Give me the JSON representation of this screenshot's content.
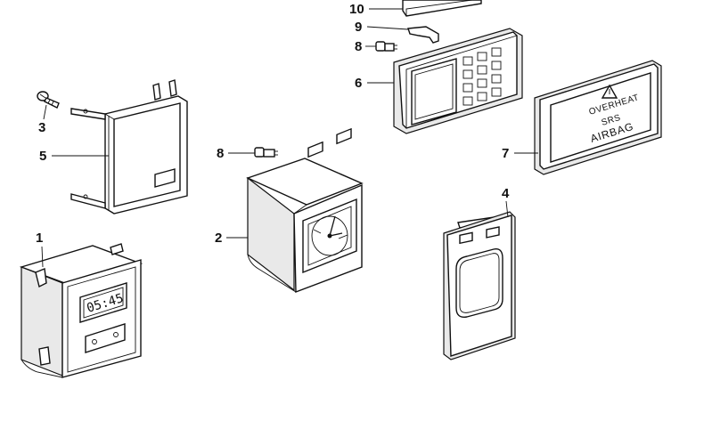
{
  "callouts": {
    "p1": "1",
    "p2": "2",
    "p3": "3",
    "p4": "4",
    "p5": "5",
    "p6": "6",
    "p7": "7",
    "p8a": "8",
    "p8b": "8",
    "p9": "9",
    "p10": "10"
  },
  "clock_display": "05:45",
  "warning_panel": {
    "line1": "OVERHEAT",
    "line2": "SRS",
    "line3": "AIRBAG"
  },
  "icons": [
    "screw-icon",
    "bulb-icon",
    "clip-icon",
    "warning-triangle-icon"
  ],
  "colors": {
    "ink": "#111111",
    "background": "#ffffff"
  }
}
